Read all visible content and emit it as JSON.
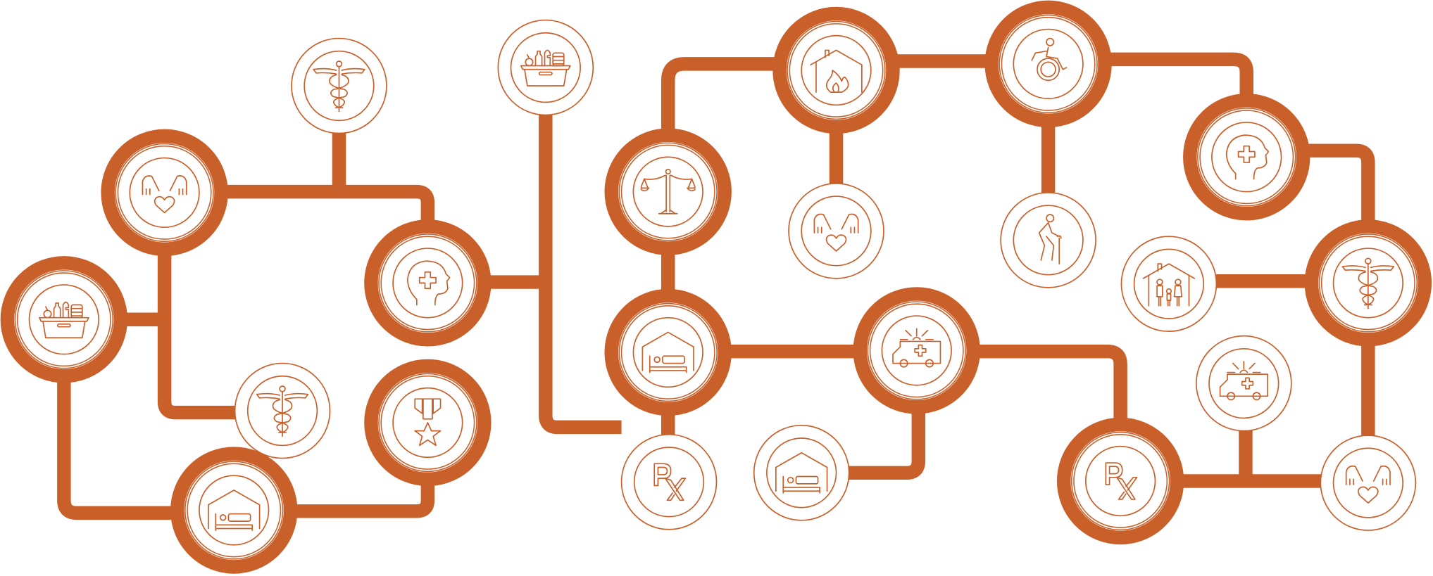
{
  "diagram": {
    "accent_color": "#C9602A",
    "background_color": "#FFFFFF",
    "nodes": [
      {
        "icon": "food-basket-icon",
        "emphasis": "primary"
      },
      {
        "icon": "hands-heart-icon",
        "emphasis": "primary"
      },
      {
        "icon": "medical-head-icon",
        "emphasis": "primary"
      },
      {
        "icon": "medal-icon",
        "emphasis": "primary"
      },
      {
        "icon": "house-bed-icon",
        "emphasis": "primary"
      },
      {
        "icon": "justice-scales-icon",
        "emphasis": "primary"
      },
      {
        "icon": "house-bed-icon",
        "emphasis": "primary"
      },
      {
        "icon": "house-fire-icon",
        "emphasis": "primary"
      },
      {
        "icon": "wheelchair-icon",
        "emphasis": "primary"
      },
      {
        "icon": "medical-head-icon",
        "emphasis": "primary"
      },
      {
        "icon": "caduceus-icon",
        "emphasis": "primary"
      },
      {
        "icon": "ambulance-icon",
        "emphasis": "primary"
      },
      {
        "icon": "prescription-rx-icon",
        "emphasis": "primary"
      },
      {
        "icon": "caduceus-icon",
        "emphasis": "secondary"
      },
      {
        "icon": "caduceus-icon",
        "emphasis": "secondary"
      },
      {
        "icon": "food-basket-icon",
        "emphasis": "secondary"
      },
      {
        "icon": "hands-heart-icon",
        "emphasis": "secondary"
      },
      {
        "icon": "elderly-person-icon",
        "emphasis": "secondary"
      },
      {
        "icon": "house-family-icon",
        "emphasis": "secondary"
      },
      {
        "icon": "prescription-rx-icon",
        "emphasis": "secondary"
      },
      {
        "icon": "house-bed-icon",
        "emphasis": "secondary"
      },
      {
        "icon": "ambulance-icon",
        "emphasis": "secondary"
      },
      {
        "icon": "hands-heart-icon",
        "emphasis": "secondary"
      }
    ]
  }
}
